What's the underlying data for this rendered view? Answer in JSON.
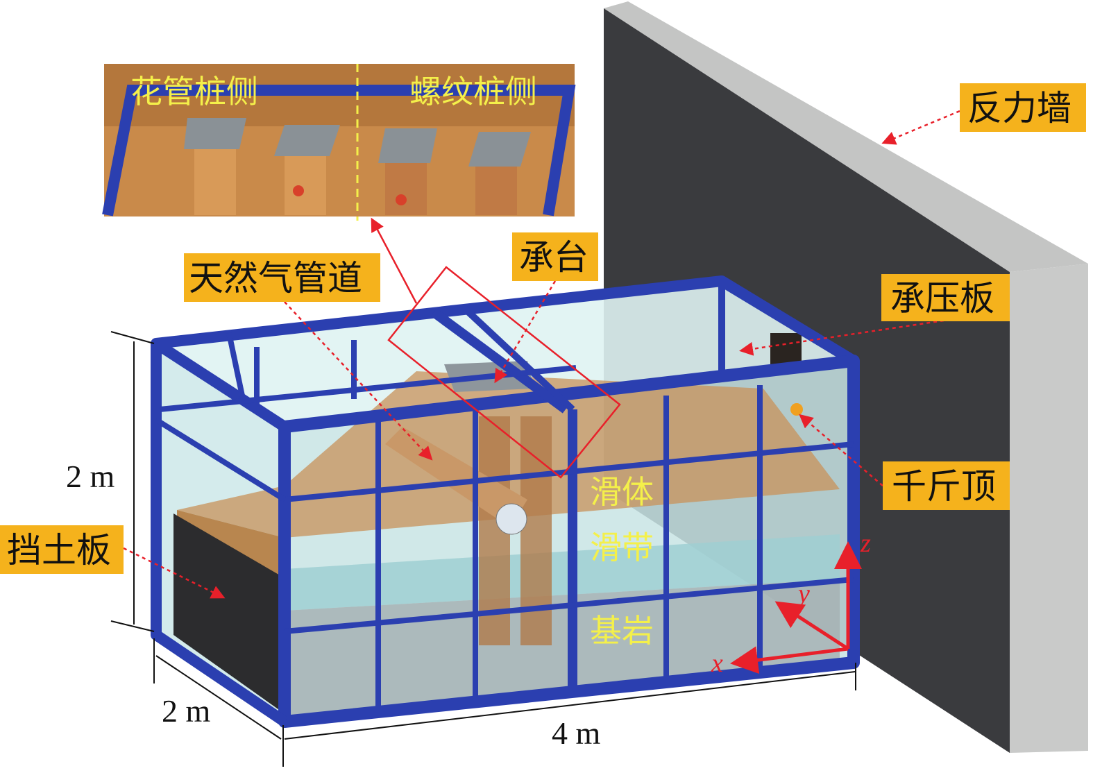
{
  "inset": {
    "left_label": "花管桩侧",
    "right_label": "螺纹桩侧"
  },
  "labels": {
    "reaction_wall": "反力墙",
    "pile_cap": "承台",
    "gas_pipeline": "天然气管道",
    "bearing_plate": "承压板",
    "jack": "千斤顶",
    "retaining_plate": "挡土板"
  },
  "layers": {
    "sliding_body": "滑体",
    "sliding_zone": "滑带",
    "bedrock": "基岩"
  },
  "dimensions": {
    "height": "2 m",
    "width": "2 m",
    "length": "4 m"
  },
  "axes": {
    "x": "x",
    "y": "y",
    "z": "z"
  },
  "colors": {
    "frame": "#2b3fb0",
    "label_bg": "#f5b21c",
    "arrow": "#e8202a",
    "wall": "#3a3b3e",
    "soil": "#c8915a"
  }
}
